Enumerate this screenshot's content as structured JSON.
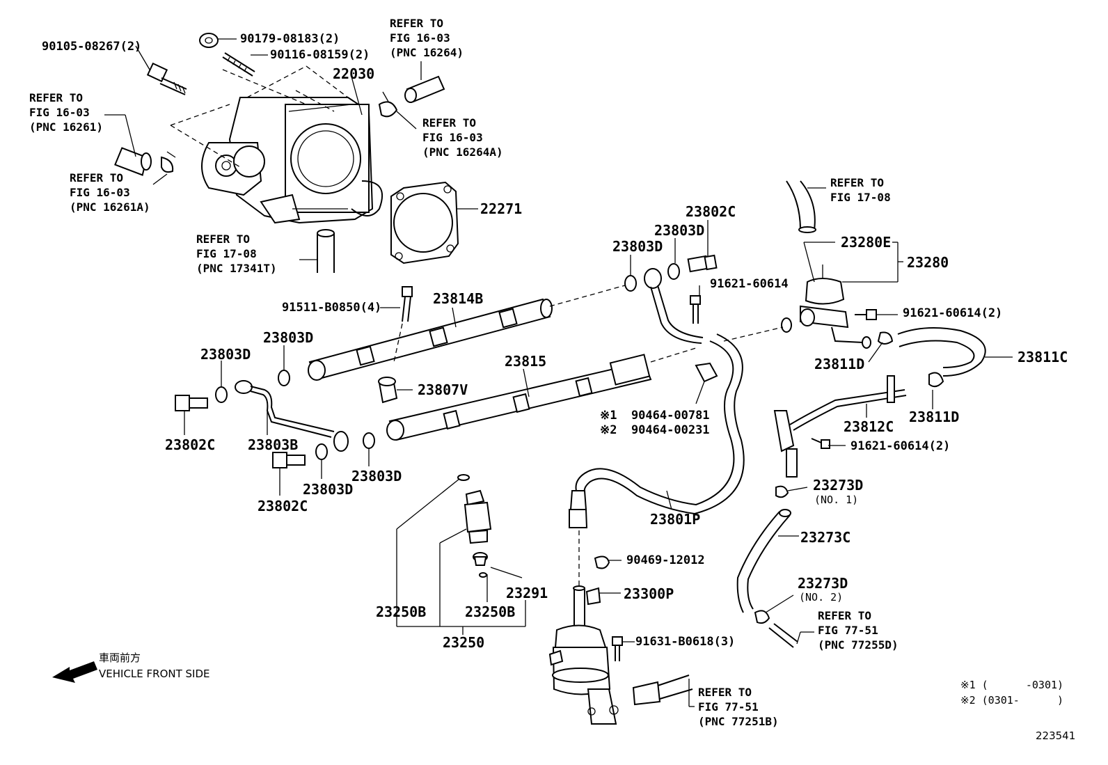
{
  "labels": {
    "p90105": "90105-08267(2)",
    "p90179": "90179-08183(2)",
    "p90116": "90116-08159(2)",
    "p22030": "22030",
    "ref_16264": "REFER TO\nFIG 16-03\n(PNC 16264)",
    "ref_16261": "REFER TO\nFIG 16-03\n(PNC 16261)",
    "ref_16264A": "REFER TO\nFIG 16-03\n(PNC 16264A)",
    "ref_16261A": "REFER TO\nFIG 16-03\n(PNC 16261A)",
    "p22271": "22271",
    "ref_17341T": "REFER TO\nFIG 17-08\n(PNC 17341T)",
    "ref_1708": "REFER TO\nFIG 17-08",
    "p23802C_top": "23802C",
    "p23803D_a": "23803D",
    "p23803D_b": "23803D",
    "p23280E": "23280E",
    "p23280": "23280",
    "p91621_a": "91621-60614",
    "p91621_b": "91621-60614(2)",
    "p91511": "91511-B0850(4)",
    "p23814B": "23814B",
    "p23803D_c": "23803D",
    "p23803D_d": "23803D",
    "p23815": "23815",
    "p23811D_a": "23811D",
    "p23811C": "23811C",
    "p23807V": "23807V",
    "p23811D_b": "23811D",
    "p23812C": "23812C",
    "p90464": "※1  90464-00781\n※2  90464-00231",
    "p91621_c": "91621-60614(2)",
    "p23802C_left": "23802C",
    "p23803B": "23803B",
    "p23803D_e": "23803D",
    "p23803D_f": "23803D",
    "p23802C_low": "23802C",
    "p23273D_1": "23273D",
    "p23273D_1n": "(NO. 1)",
    "p23801P": "23801P",
    "p23273C": "23273C",
    "p90469": "90469-12012",
    "p23291": "23291",
    "p23300P": "23300P",
    "p23273D_2": "23273D",
    "p23273D_2n": "(NO. 2)",
    "p23250B_a": "23250B",
    "p23250B_b": "23250B",
    "ref_77255D": "REFER TO\nFIG 77-51\n(PNC 77255D)",
    "p23250": "23250",
    "p91631": "91631-B0618(3)",
    "front_jp": "車両前方",
    "front_en": "VEHICLE FRONT SIDE",
    "ref_77251B": "REFER TO\nFIG 77-51\n(PNC 77251B)",
    "note1": "※1 (      -0301)",
    "note2": "※2 (0301-      )",
    "fig_id": "223541"
  }
}
